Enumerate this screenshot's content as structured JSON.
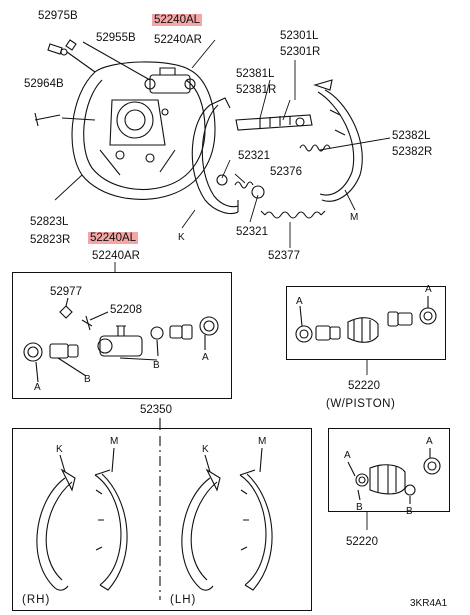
{
  "top": {
    "p52975B": "52975B",
    "p52955B": "52955B",
    "p52240AL_top": "52240AL",
    "p52240AR_top": "52240AR",
    "p52964B": "52964B",
    "p52301L": "52301L",
    "p52301R": "52301R",
    "p52381L": "52381L",
    "p52381R": "52381R",
    "p52382L": "52382L",
    "p52382R": "52382R",
    "p52321a": "52321",
    "p52376": "52376",
    "p52321b": "52321",
    "p52377": "52377",
    "p52823L": "52823L",
    "p52823R": "52823R",
    "p52240AL_mid": "52240AL",
    "p52240AR_mid": "52240AR",
    "K": "K",
    "M": "M"
  },
  "cylinder_box": {
    "p52977": "52977",
    "p52208": "52208",
    "A": "A",
    "B": "B"
  },
  "piston_box": {
    "part": "52220",
    "caption": "(W/PISTON)",
    "A": "A"
  },
  "shoe_box": {
    "part": "52350",
    "rh": "(RH)",
    "lh": "(LH)",
    "K": "K",
    "M": "M"
  },
  "boot_box": {
    "part": "52220",
    "A": "A",
    "B": "B"
  },
  "footer": {
    "code": "3KR4A1"
  },
  "colors": {
    "highlight": "#f4a6a6",
    "line": "#111111"
  }
}
